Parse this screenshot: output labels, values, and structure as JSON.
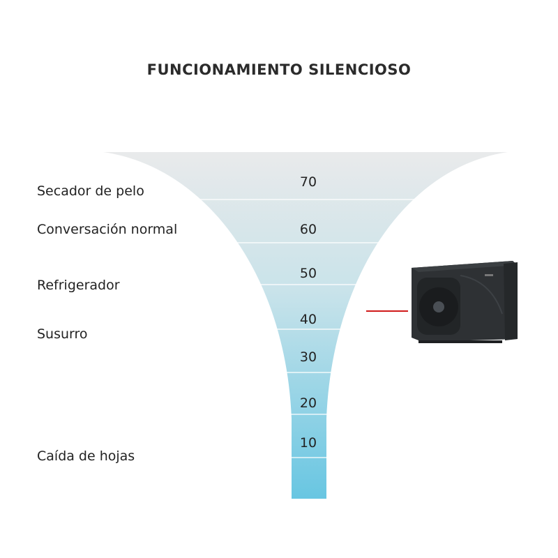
{
  "title": "FUNCIONAMIENTO SILENCIOSO",
  "scale": [
    "70",
    "60",
    "50",
    "40",
    "30",
    "20",
    "10"
  ],
  "references": [
    {
      "label": "Secador de pelo",
      "db": 70
    },
    {
      "label": "Conversación normal",
      "db": 60
    },
    {
      "label": "Refrigerador",
      "db": 50
    },
    {
      "label": "Susurro",
      "db": 40
    },
    {
      "label": "Caída de hojas",
      "db": 10
    }
  ],
  "colors": {
    "funnel_top": "#e9eaeb",
    "funnel_bottom": "#68c6e2",
    "marker": "#d01a1a",
    "unit": "#2e3134"
  },
  "product": {
    "icon": "heat-pump-unit",
    "level_db": 40
  }
}
